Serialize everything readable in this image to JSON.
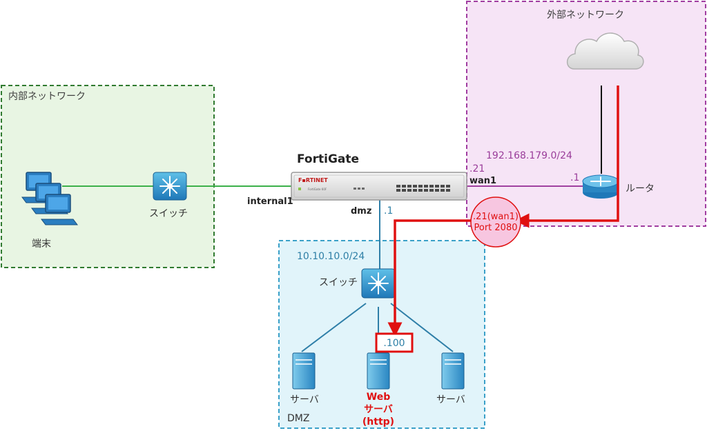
{
  "zones": {
    "internal": {
      "title": "内部ネットワーク",
      "bg": "#e8f5e3",
      "border": "#2f7a2f"
    },
    "external": {
      "title": "外部ネットワーク",
      "bg": "#f6e4f6",
      "border": "#a03ca0"
    },
    "dmz": {
      "title": "DMZ",
      "bg": "#e1f4fa",
      "border": "#3aa0c8"
    }
  },
  "devices": {
    "fortigate": {
      "title": "FortiGate",
      "brand": "F▪RTINET",
      "model": "FortiGate 60F",
      "icon": "firewall-appliance-icon"
    },
    "terminal": {
      "label": "端末",
      "icon": "desktop-computers-icon"
    },
    "internal_switch": {
      "label": "スイッチ",
      "icon": "switch-icon"
    },
    "dmz_switch": {
      "label": "スイッチ",
      "icon": "switch-icon"
    },
    "router": {
      "label": "ルータ",
      "icon": "router-icon"
    },
    "cloud": {
      "icon": "cloud-icon"
    },
    "server_left": {
      "label": "サーバ",
      "icon": "server-icon"
    },
    "server_web": {
      "label_line1": "Web",
      "label_line2": "サーバ",
      "label_line3": "(http)",
      "icon": "server-icon"
    },
    "server_right": {
      "label": "サーバ",
      "icon": "server-icon"
    }
  },
  "ports": {
    "internal1": "internal1",
    "wan1": "wan1",
    "dmz": "dmz"
  },
  "networks": {
    "wan_subnet": "192.168.179.0/24",
    "wan_fg_host": ".21",
    "wan_router_host": ".1",
    "dmz_subnet": "10.10.10.0/24",
    "dmz_fg_host": ".1",
    "web_host": ".100"
  },
  "vip": {
    "line1": ".21(wan1)",
    "line2": "Port 2080"
  },
  "colors": {
    "internal_link": "#3cb04a",
    "wan_link": "#a040a0",
    "dmz_link": "#2f7fa8",
    "traffic": "#e01010",
    "vip_fill": "#f7c6e0"
  }
}
